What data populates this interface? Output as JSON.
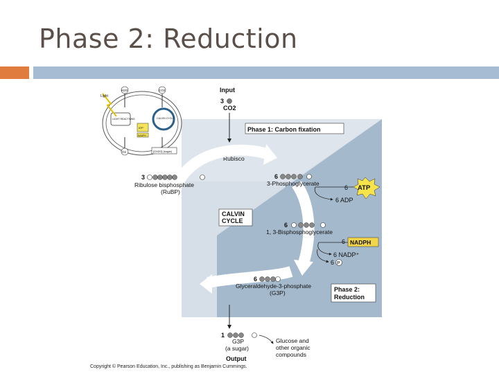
{
  "slide": {
    "title": "Phase 2: Reduction"
  },
  "inset": {
    "light": "Light",
    "h2o": "H2O",
    "co2": "CO2",
    "light_reactions": "LIGHT REACTIONS",
    "calvin_cycle": "CALVIN CYCLE",
    "atp": "ATP",
    "nadph": "NADPH",
    "o2": "O2",
    "sugar": "[CH2O] (sugar)"
  },
  "diagram": {
    "input_label": "Input",
    "input_count": "3",
    "co2": "CO2",
    "phase1_label": "Phase 1: Carbon fixation",
    "rubisco": "Rubisco",
    "rubp_count": "3",
    "rubp_name": "Ribulose bisphosphate",
    "rubp_abbr": "(RuBP)",
    "pga_count": "6",
    "pga_name": "3-Phosphoglycerate",
    "atp_count": "6",
    "atp": "ATP",
    "adp": "6 ADP",
    "cycle_label_1": "CALVIN",
    "cycle_label_2": "CYCLE",
    "bpg_count": "6",
    "bpg_name": "1, 3-Bisphosphoglycerate",
    "nadph_count": "6",
    "nadph": "NADPH",
    "nadp": "6 NADP⁺",
    "pi_count": "6",
    "pi": "P",
    "g3p_count": "6",
    "g3p_name": "Glyceraldehyde-3-phosphate",
    "g3p_abbr": "(G3P)",
    "phase2_line1": "Phase 2:",
    "phase2_line2": "Reduction",
    "output_count": "1",
    "output_g3p": "G3P",
    "output_sugar": "(a sugar)",
    "output_label": "Output",
    "glucose_1": "Glucose and",
    "glucose_2": "other organic",
    "glucose_3": "compounds"
  },
  "footer": {
    "copyright": "Copyright © Pearson Education, Inc., publishing as Benjamin Cummings."
  },
  "colors": {
    "title": "#5b4f4a",
    "accent_orange": "#e07c3e",
    "accent_blue": "#a5bcd2",
    "phase2_bg": "#a5b9cc",
    "phase1_bg": "#d5dde6",
    "atp_yellow": "#f7e34a",
    "nadph_yellow": "#f2d548"
  }
}
